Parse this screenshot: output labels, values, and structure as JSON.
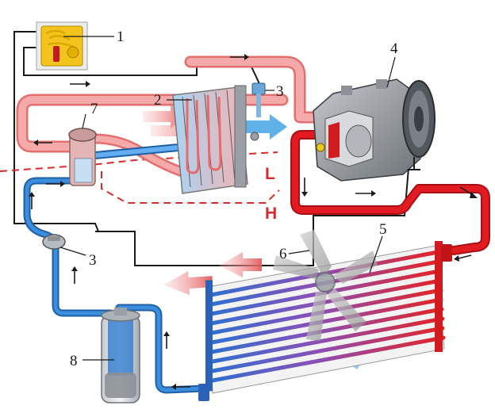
{
  "colors": {
    "hot_pipe": "#f29a9a",
    "hot_pipe_dark": "#e06c6c",
    "hp_liquid": "#d9141c",
    "cold_pipe": "#2f7ccd",
    "cold_light": "#8fc3ec",
    "wire": "#1a1a1a",
    "level_line": "#d92a2a",
    "switch_yellow": "#f3c51c"
  },
  "labels": {
    "switch": "1",
    "evaporator": "2",
    "pressure_switch_top": "3",
    "pressure_switch_bottom": "3",
    "compressor": "4",
    "condenser": "5",
    "fan": "6",
    "expansion_valve": "7",
    "receiver_drier": "8",
    "level_low": "L",
    "level_high": "H"
  }
}
